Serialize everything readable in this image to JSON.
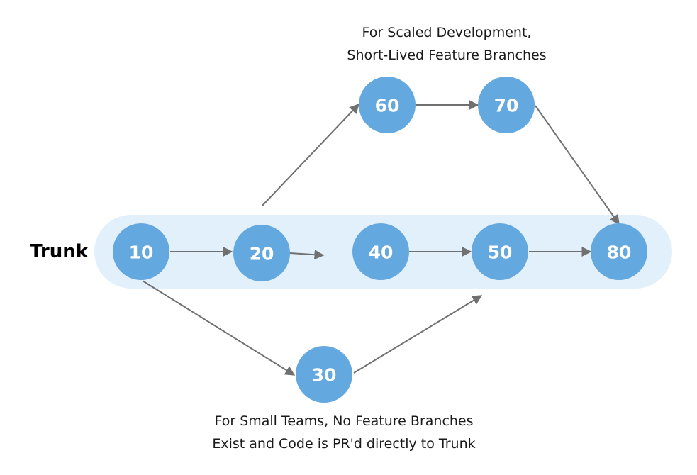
{
  "trunk_label": "Trunk",
  "colors": {
    "node_fill": "#64a8e0",
    "trunk_band": "#e2f0fb",
    "edge": "#707070",
    "node_text": "#ffffff"
  },
  "nodes": [
    {
      "id": "10",
      "label": "10"
    },
    {
      "id": "20",
      "label": "20"
    },
    {
      "id": "40",
      "label": "40"
    },
    {
      "id": "50",
      "label": "50"
    },
    {
      "id": "80",
      "label": "80"
    },
    {
      "id": "60",
      "label": "60"
    },
    {
      "id": "70",
      "label": "70"
    },
    {
      "id": "30",
      "label": "30"
    }
  ],
  "edges": [
    {
      "from": "10",
      "to": "20"
    },
    {
      "from": "20",
      "to": "40"
    },
    {
      "from": "40",
      "to": "50"
    },
    {
      "from": "50",
      "to": "80"
    },
    {
      "from": "20",
      "to": "60"
    },
    {
      "from": "60",
      "to": "70"
    },
    {
      "from": "70",
      "to": "80"
    },
    {
      "from": "10",
      "to": "30"
    },
    {
      "from": "30",
      "to": "50"
    }
  ],
  "notes": {
    "top": {
      "line1": "For Scaled Development,",
      "line2": "Short-Lived Feature Branches"
    },
    "bottom": {
      "line1": "For Small Teams, No Feature Branches",
      "line2": "Exist and Code is PR'd directly to Trunk"
    }
  }
}
